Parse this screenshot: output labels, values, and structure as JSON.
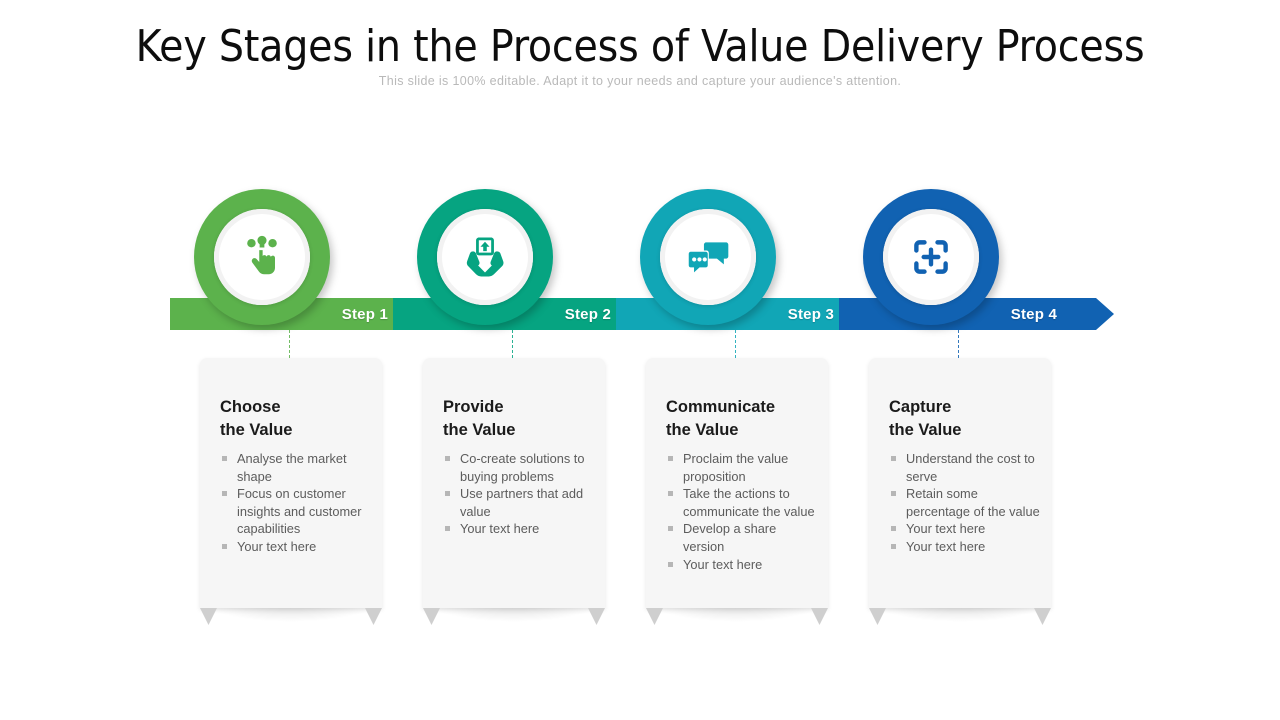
{
  "header": {
    "title": "Key Stages in the Process of Value Delivery Process",
    "subtitle": "This slide is 100% editable. Adapt it to your needs and capture your audience's attention."
  },
  "colors": {
    "step1": "#5cb24c",
    "step2": "#06a481",
    "step3": "#11a6b6",
    "step4": "#1162b2",
    "card_bg": "#f6f6f6",
    "heading": "#1b1b1b",
    "bullet_text": "#5c5c5c",
    "subtitle": "#b9b9b9"
  },
  "steps": [
    {
      "bar_label": "Step 1",
      "icon": "hand-tap-icon",
      "color": "#5cb24c",
      "heading_line1": "Choose",
      "heading_line2": "the Value",
      "bullets": [
        "Analyse the market shape",
        "Focus on customer insights and customer capabilities",
        "Your text here"
      ]
    },
    {
      "bar_label": "Step 2",
      "icon": "hands-holding-box-upload-icon",
      "color": "#06a481",
      "heading_line1": "Provide",
      "heading_line2": "the Value",
      "bullets": [
        "Co-create solutions to buying problems",
        "Use partners that add value",
        "Your text here"
      ]
    },
    {
      "bar_label": "Step 3",
      "icon": "chat-bubbles-icon",
      "color": "#11a6b6",
      "heading_line1": "Communicate",
      "heading_line2": "the Value",
      "bullets": [
        "Proclaim the value proposition",
        "Take the actions to communicate the value",
        "Develop a share version",
        "Your text here"
      ]
    },
    {
      "bar_label": "Step 4",
      "icon": "capture-frame-plus-icon",
      "color": "#1162b2",
      "heading_line1": "Capture",
      "heading_line2": "the Value",
      "bullets": [
        "Understand the cost to serve",
        "Retain some percentage of the value",
        "Your text here",
        "Your text here"
      ]
    }
  ]
}
